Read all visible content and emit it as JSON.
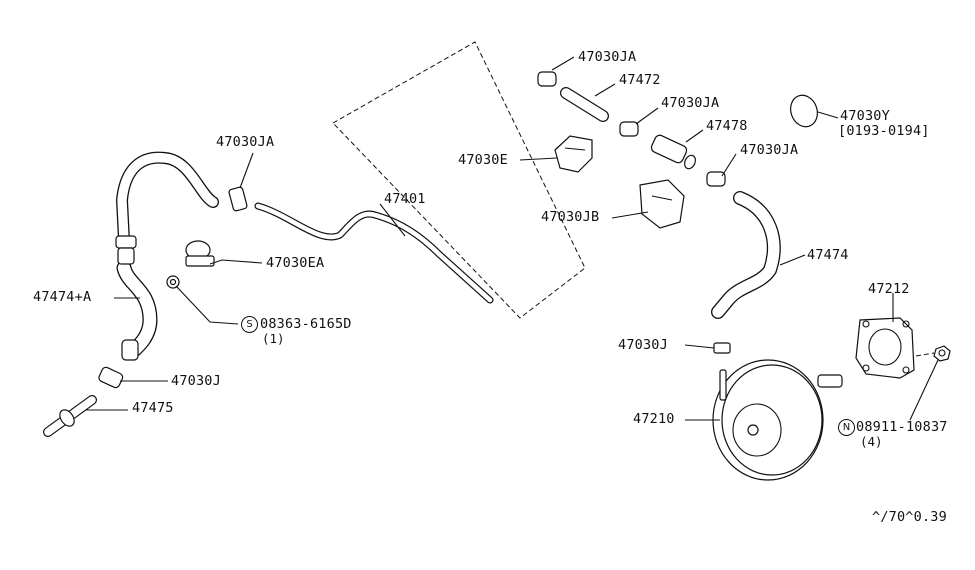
{
  "diagram": {
    "labels": {
      "p47030ja_top": "47030JA",
      "p47472": "47472",
      "p47030ja_mid": "47030JA",
      "p47478": "47478",
      "p47030y": "47030Y",
      "p47030y_range": "[0193-0194]",
      "p47030e": "47030E",
      "p47030ja_right": "47030JA",
      "p47030ja_left": "47030JA",
      "p47401": "47401",
      "p47030jb": "47030JB",
      "p47474": "47474",
      "p47030ea": "47030EA",
      "p47474a": "47474+A",
      "p08363": "08363-6165D",
      "p08363_qty": "(1)",
      "p47212": "47212",
      "p47030j_right": "47030J",
      "p47030j_left": "47030J",
      "p47210": "47210",
      "p08911": "08911-10837",
      "p08911_qty": "(4)",
      "p47475": "47475",
      "footer_code": "^/70^0.39"
    },
    "symbols": {
      "s_mark": "S",
      "n_mark": "N"
    }
  }
}
